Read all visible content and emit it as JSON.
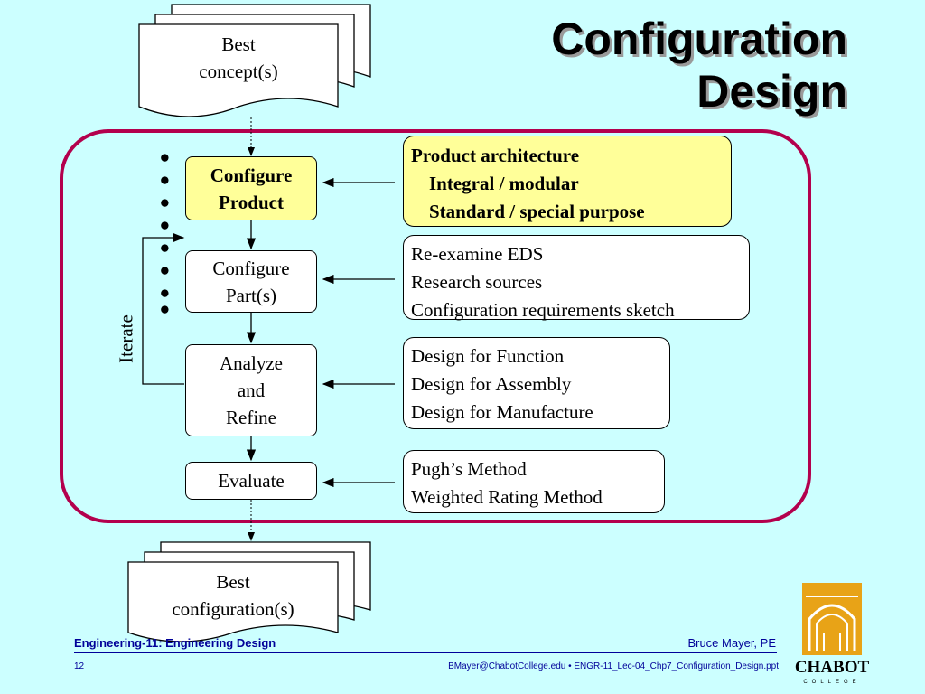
{
  "slide": {
    "title_line1": "Configuration",
    "title_line2": "Design"
  },
  "input_doc": {
    "line1": "Best",
    "line2": "concept(s)"
  },
  "output_doc": {
    "line1": "Best",
    "line2": "configuration(s)"
  },
  "steps": [
    {
      "line1": "Configure",
      "line2": "Product"
    },
    {
      "line1": "Configure",
      "line2": "Part(s)"
    },
    {
      "line1": "Analyze",
      "line2": "and",
      "line3": "Refine"
    },
    {
      "line1": "Evaluate"
    }
  ],
  "info_boxes": [
    {
      "line1": "Product architecture",
      "line2": "Integral / modular",
      "line3": "Standard / special purpose"
    },
    {
      "line1": "Re-examine EDS",
      "line2": "Research sources",
      "line3": "Configuration requirements sketch"
    },
    {
      "line1": "Design for Function",
      "line2": "Design for Assembly",
      "line3": "Design for Manufacture"
    },
    {
      "line1": "Pugh’s Method",
      "line2": "Weighted Rating Method"
    }
  ],
  "iterate_label": "Iterate",
  "footer": {
    "course": "Engineering-11: Engineering Design",
    "author": "Bruce Mayer, PE",
    "page": "12",
    "file": "BMayer@ChabotCollege.edu  • ENGR-11_Lec-04_Chp7_Configuration_Design.ppt",
    "logo_name": "CHABOT",
    "logo_sub": "COLLEGE"
  },
  "colors": {
    "background": "#ccffff",
    "frame": "#b3004d",
    "highlight": "#ffff99",
    "footer_text": "#000099",
    "logo_gold": "#e8a317"
  }
}
